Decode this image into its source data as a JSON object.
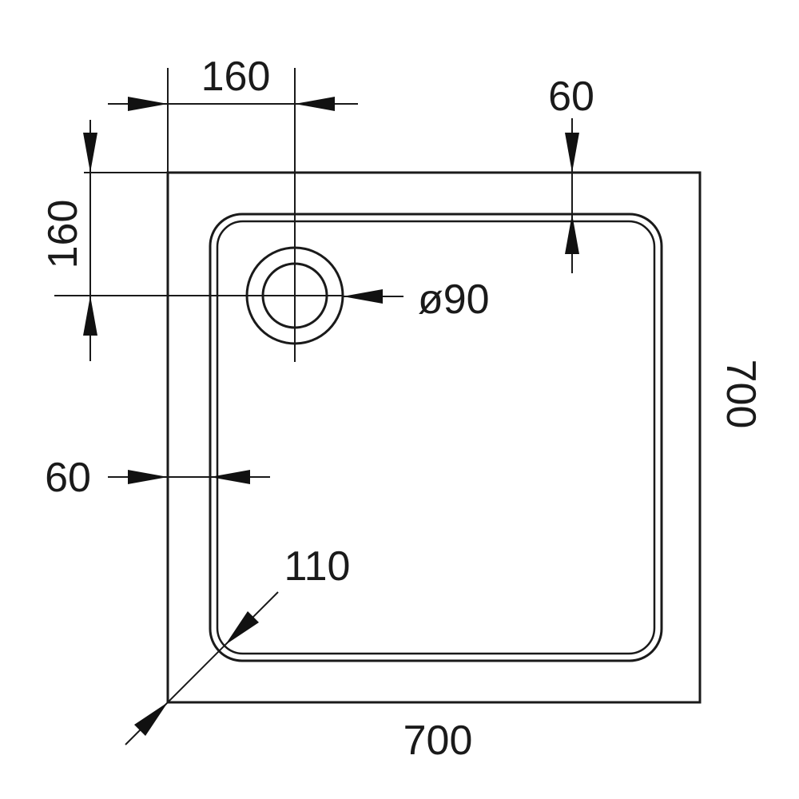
{
  "dimensions": {
    "waste_offset_x": "160",
    "waste_offset_y": "160",
    "upstand_top": "60",
    "upstand_left": "60",
    "waste_diameter": "ø90",
    "corner_radius": "110",
    "width": "700",
    "depth": "700"
  },
  "colors": {
    "line": "#1a1a1a",
    "background": "#ffffff"
  }
}
